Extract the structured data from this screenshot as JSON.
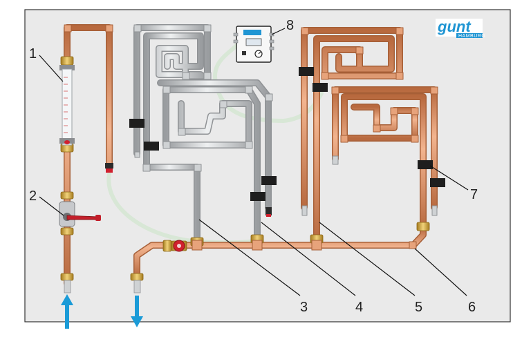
{
  "logo": {
    "brand": "gunt",
    "subtitle": "HAMBURG"
  },
  "callouts": [
    {
      "id": "1",
      "label": "1"
    },
    {
      "id": "2",
      "label": "2"
    },
    {
      "id": "3",
      "label": "3"
    },
    {
      "id": "4",
      "label": "4"
    },
    {
      "id": "5",
      "label": "5"
    },
    {
      "id": "6",
      "label": "6"
    },
    {
      "id": "7",
      "label": "7"
    },
    {
      "id": "8",
      "label": "8"
    }
  ],
  "colors": {
    "panel": "#eaeaea",
    "copper": "#d98c61",
    "steel": "#bfc2c5",
    "fitting_brass": "#d4a943",
    "valve_red": "#d0202e",
    "flow_arrow": "#1b9bd7",
    "tube_green": "#dde9dc"
  }
}
